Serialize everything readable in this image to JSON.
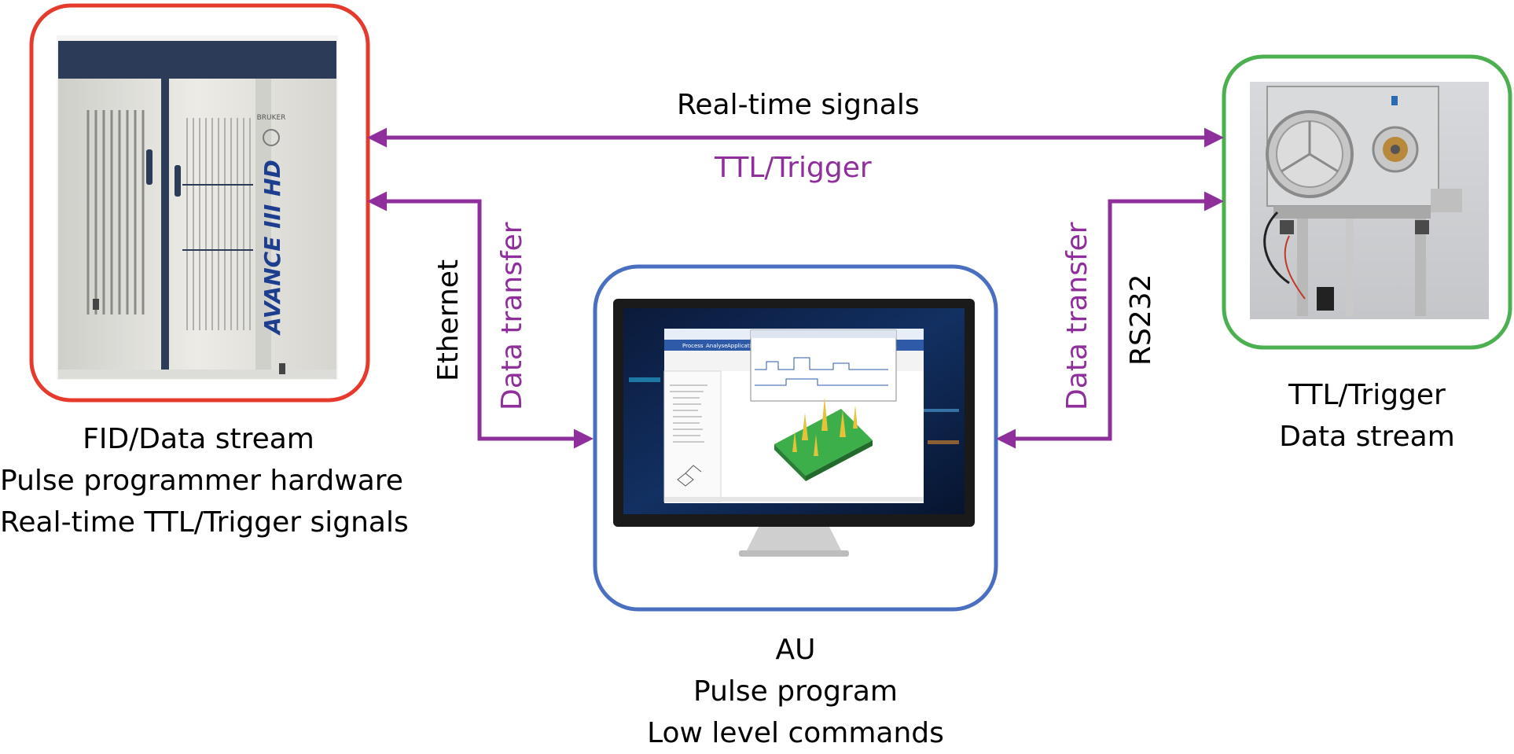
{
  "colors": {
    "arrow": "#8e2f9c",
    "console_frame": "#e53a2c",
    "hardware_frame": "#4caf50",
    "computer_frame": "#4a6fc1"
  },
  "console": {
    "brand": "BRUKER",
    "model": "AVANCE III HD",
    "caption_lines": [
      "FID/Data stream",
      "Pulse programmer hardware",
      "Real-time TTL/Trigger signals"
    ]
  },
  "hardware": {
    "caption_lines": [
      "TTL/Trigger",
      "Data stream"
    ]
  },
  "computer": {
    "caption_lines": [
      "AU",
      "Pulse program",
      "Low level commands"
    ],
    "app_tabs": [
      "Process",
      "Analyse",
      "Applications"
    ]
  },
  "links": {
    "top_label": "Real-time signals",
    "top_sublabel": "TTL/Trigger",
    "left_connection": "Ethernet",
    "left_purpose": "Data transfer",
    "right_connection": "RS232",
    "right_purpose": "Data transfer"
  }
}
